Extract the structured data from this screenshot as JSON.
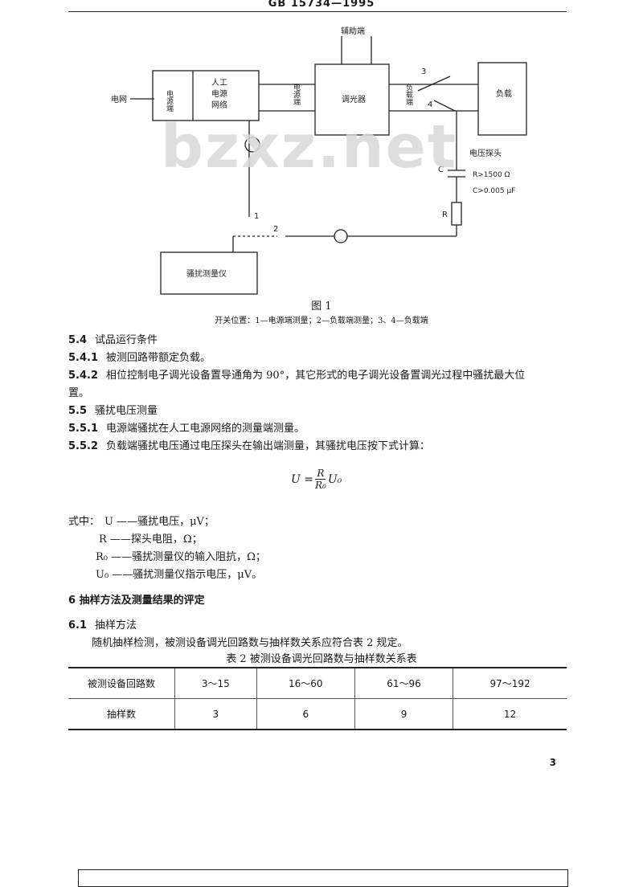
{
  "header": {
    "text": "GB  15734—1995"
  },
  "watermark": "bzxz.net",
  "figure": {
    "labels": {
      "mains": "电网",
      "lisn_left": "电源端",
      "lisn_name": [
        "人工",
        "电源",
        "网络"
      ],
      "power_port": "电源端",
      "aux_port": "辅助端",
      "dimmer": "调光器",
      "load_port": "负载端",
      "load": "负载",
      "switch3": "3",
      "switch4": "4",
      "probe_title": "电压探头",
      "cap_label": "C",
      "r_spec": "R>1500 Ω",
      "c_spec": "C>0.005 μF",
      "r_label": "R",
      "switch1": "1",
      "switch2": "2",
      "meter": "骚扰测量仪"
    },
    "caption": "图 1",
    "subcaption": "开关位置：1—电源端测量；2—负载端测量；3、4—负载端"
  },
  "sections": [
    {
      "num": "5.4",
      "text": "试品运行条件"
    },
    {
      "num": "5.4.1",
      "text": "被测回路带额定负载。"
    },
    {
      "num": "5.4.2",
      "text": "相位控制电子调光设备置导通角为 90°，其它形式的电子调光设备置调光过程中骚扰最大位"
    },
    {
      "num": "",
      "text": "置。"
    },
    {
      "num": "5.5",
      "text": "骚扰电压测量"
    },
    {
      "num": "5.5.1",
      "text": "电源端骚扰在人工电源网络的测量端测量。"
    },
    {
      "num": "5.5.2",
      "text": "负载端骚扰电压通过电压探头在输出端测量，其骚扰电压按下式计算："
    }
  ],
  "formula": {
    "lhs": "U =",
    "num": "R",
    "den": "R₀",
    "rhs": "U₀"
  },
  "definitions": {
    "intro": "式中：",
    "items": [
      "U ——骚扰电压，μV；",
      "R ——探头电阻，Ω；",
      "R₀ ——骚扰测量仪的输入阻抗，Ω；",
      "U₀ ——骚扰测量仪指示电压，μV。"
    ]
  },
  "section6": {
    "heading": "6  抽样方法及测量结果的评定",
    "s61_num": "6.1",
    "s61_text": "抽样方法",
    "s61_body": "随机抽样检测，被测设备调光回路数与抽样数关系应符合表 2 规定。"
  },
  "table2": {
    "caption": "表 2   被测设备调光回路数与抽样数关系表",
    "rows": [
      [
        "被测设备回路数",
        "3～15",
        "16～60",
        "61～96",
        "97～192"
      ],
      [
        "抽样数",
        "3",
        "6",
        "9",
        "12"
      ]
    ]
  },
  "page_number": "3"
}
